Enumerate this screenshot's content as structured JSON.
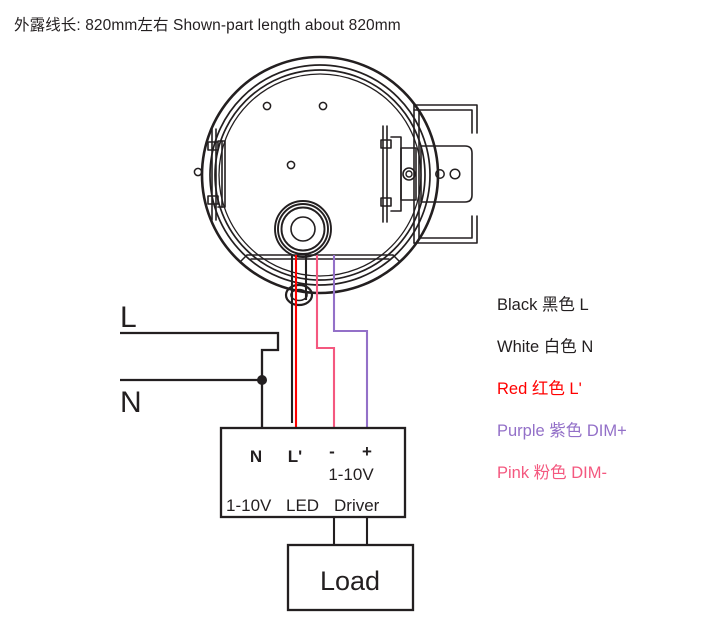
{
  "header": {
    "note": "外露线长: 820mm左右  Shown-part length about 820mm"
  },
  "diagram": {
    "supply": {
      "live_label": "L",
      "neutral_label": "N"
    },
    "driver": {
      "terminal_n": "N",
      "terminal_l_prime": "L'",
      "terminal_dim_minus": "-",
      "terminal_dim_plus": "+",
      "dim_range": "1-10V",
      "name_part1": "1-10V",
      "name_part2": "LED",
      "name_part3": "Driver"
    },
    "load": {
      "label": "Load"
    }
  },
  "legend": {
    "items": [
      {
        "label": "Black 黑色 L",
        "color": "#231f20"
      },
      {
        "label": "White 白色 N",
        "color": "#231f20"
      },
      {
        "label": "Red 红色 L'",
        "color": "#ff0000"
      },
      {
        "label": "Purple 紫色 DIM+",
        "color": "#9370c8"
      },
      {
        "label": "Pink 粉色 DIM-",
        "color": "#f4587f"
      }
    ]
  },
  "colors": {
    "outline": "#231f20",
    "red_wire": "#ff0000",
    "pink_wire": "#f4587f",
    "purple_wire": "#9370c8",
    "black_wire": "#231f20"
  }
}
